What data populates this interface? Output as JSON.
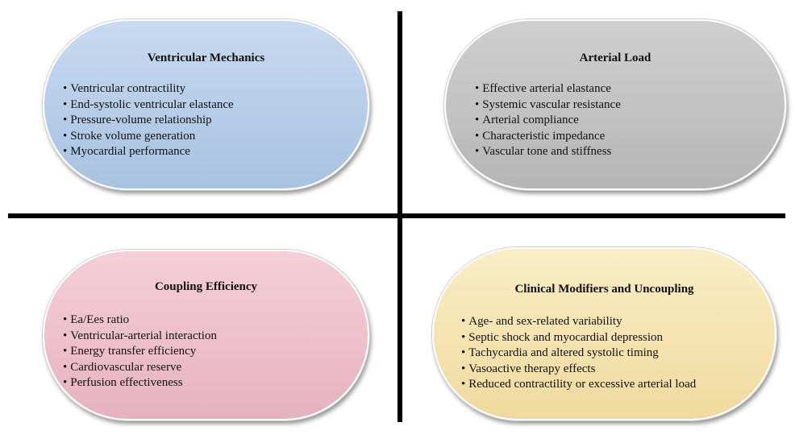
{
  "quadrants": [
    {
      "title": "Ventricular Mechanics",
      "items": [
        "Ventricular contractility",
        "End-systolic ventricular elastance",
        "Pressure-volume relationship",
        "Stroke volume generation",
        "Myocardial performance"
      ],
      "color": "#b6cde8"
    },
    {
      "title": "Arterial Load",
      "items": [
        "Effective arterial elastance",
        "Systemic vascular resistance",
        "Arterial compliance",
        "Characteristic impedance",
        "Vascular tone and stiffness"
      ],
      "color": "#c2c2c2"
    },
    {
      "title": "Coupling Efficiency",
      "items": [
        "Ea/Ees ratio",
        "Ventricular-arterial interaction",
        "Energy transfer efficiency",
        "Cardiovascular reserve",
        "Perfusion effectiveness"
      ],
      "color": "#edc0cb"
    },
    {
      "title": "Clinical Modifiers and Uncoupling",
      "items": [
        "Age- and sex-related variability",
        "Septic shock and myocardial depression",
        "Tachycardia and altered systolic timing",
        "Vasoactive therapy effects",
        "Reduced contractility or excessive arterial load"
      ],
      "color": "#f5e3b0"
    }
  ],
  "divider_color": "#000000"
}
